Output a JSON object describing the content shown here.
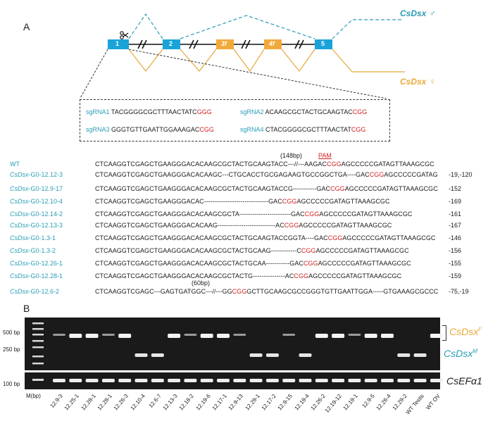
{
  "panel_a": {
    "letter": "A",
    "gene_male": "CsDsx ♂",
    "gene_female": "CsDsx ♀",
    "exons": [
      "1",
      "2",
      "3f",
      "4f",
      "5"
    ],
    "colors": {
      "exon_blue": "#1aa3d9",
      "exon_orange": "#f2a93b",
      "male_line": "#2a9db5",
      "female_line": "#e7a83a",
      "pam_red": "#d11f1f"
    },
    "sgrnas": [
      {
        "name": "sgRNA1",
        "seq": "TACGGGGCGCTTTAACTATC",
        "pam": "GGG"
      },
      {
        "name": "sgRNA2",
        "seq": "ACAAGCGCTACTGCAAGTAC",
        "pam": "CGG"
      },
      {
        "name": "sgRNA3",
        "seq": "GGGTGTTGAATTGGAAAGAC",
        "pam": "CGG"
      },
      {
        "name": "sgRNA4",
        "seq": "CTACGGGGCGCTTTAACTAT",
        "pam": "CGG"
      }
    ],
    "annot_148": "(148bp)",
    "annot_pam": "PAM",
    "annot_60": "(60bp)",
    "alignment": [
      {
        "name": "WT",
        "pre": "CTCAAGGTCGAGCTGAAGGGACACAAGCGCTACTGCAAGTACC---//---AAGAC",
        "pam": "CGG",
        "post": "AGCCCCCGATAGTTAAAGCGC",
        "del": ""
      },
      {
        "name": "CsDsx-G0-12.12-3",
        "pre": "CTCAAGGTCGAGCTGAAGGGACACAAGC---CTGCACCTGCGAGAAGTGCCGGCTGA----GAC",
        "pam": "CGG",
        "post": "AGCCCCCGATAG",
        "del": "-19,-120"
      },
      {
        "name": "CsDsx-G0-12.9-17",
        "pre": "CTCAAGGTCGAGCTGAAGGGACACAAGCGCTACTGCAAGTACCG-----------GAC",
        "pam": "CGG",
        "post": "AGCCCCCGATAGTTAAAGCGC",
        "del": "-152"
      },
      {
        "name": "CsDsx-G0-12.10-4",
        "pre": "CTCAAGGTCGAGCTGAAGGGACAC------------------------------GAC",
        "pam": "CGG",
        "post": "AGCCCCCGATAGTTAAAGCGC",
        "del": "-169"
      },
      {
        "name": "CsDsx-G0-12.14-2",
        "pre": "CTCAAGGTCGAGCTGAAGGGACACAAGCGCTA------------------------GAC",
        "pam": "CGG",
        "post": "AGCCCCCGATAGTTAAAGCGC",
        "del": "-161"
      },
      {
        "name": "CsDsx-G0-12.13-3",
        "pre": "CTCAAGGTCGAGCTGAAGGGACACAAG---------------------------AC",
        "pam": "CGG",
        "post": "AGCCCCCGATAGTTAAAGCGC",
        "del": "-167"
      },
      {
        "name": "CsDsx-G0-1.3-1",
        "pre": "CTCAAGGTCGAGCTGAAGGGACACAAGCGCTACTGCAAGTACCGGTA----GAC",
        "pam": "CGG",
        "post": "AGCCCCCGATAGTTAAAGCGC",
        "del": "-146"
      },
      {
        "name": "CsDsx-G0-1.3-2",
        "pre": "CTCAAGGTCGAGCTGAAGGGACACAAGCGCTACTGCAAG------------C",
        "pam": "CGG",
        "post": "AGCCCCCGATAGTTAAAGCGC",
        "del": "-156"
      },
      {
        "name": "CsDsx-G0-12.26-1",
        "pre": "CTCAAGGTCGAGCTGAAGGGACACAAGCGCTACTGCAA-----------GAC",
        "pam": "CGG",
        "post": "AGCCCCCGATAGTTAAAGCGC",
        "del": "-155"
      },
      {
        "name": "CsDsx-G0-12.28-1",
        "pre": "CTCAAGGTCGAGCTGAAGGGACACAAGCGCTACTG---------------AC",
        "pam": "CGG",
        "post": "AGCCCCCGATAGTTAAAGCGC",
        "del": "-159"
      },
      {
        "name": "CsDsx-G0-12.6-2",
        "pre": "CTCAAGGTCGAGC---GAGTGATGGC---//---GG",
        "pam": "CGG",
        "post": "GCTTGCAAGCGCCGGGTGTTGAATTGGA-----GTGAAAGCGCCC",
        "del": "-75,-19"
      }
    ]
  },
  "panel_b": {
    "letter": "B",
    "marker_label": "M(bp)",
    "bp_labels": [
      "500 bp",
      "250 bp",
      "100 bp"
    ],
    "band_female": "CsDsx",
    "band_female_sup": "F",
    "band_male": "CsDsx",
    "band_male_sup": "M",
    "band_ref": "CsEFα1",
    "lanes": [
      "12.9-3",
      "12.25-1",
      "12.28-1",
      "12.28-1",
      "12.26-3",
      "12.10-4",
      "12.6-7",
      "12.13-3",
      "12.18-2",
      "12.19-6",
      "12.17-1",
      "12.9-13",
      "12.29-1",
      "12.17-2",
      "12.9-15",
      "12.19-4",
      "12.26-2",
      "12.19-12",
      "12.19-1",
      "12.9-5",
      "12.26-4",
      "12.29-2",
      "WT Testis",
      "WT OV"
    ]
  }
}
